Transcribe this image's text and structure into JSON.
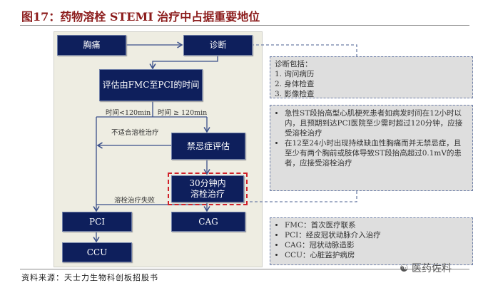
{
  "title": "图17：药物溶栓 STEMI 治疗中占据重要地位",
  "flow": {
    "chest_pain": "胸痛",
    "diagnosis": "诊断",
    "assess": "评估由FMC至PCI的时间",
    "contra": "禁忌症评估",
    "thrombolysis_l1": "30分钟内",
    "thrombolysis_l2": "溶栓治疗",
    "pci": "PCI",
    "cag": "CAG",
    "ccu": "CCU"
  },
  "labels": {
    "lt120": "时间<120min",
    "ge120": "时间 ≥ 120min",
    "not_suitable": "不适合溶栓治疗",
    "failed": "溶栓治疗失败"
  },
  "notes": {
    "diagnosis_title": "诊断包括：",
    "diagnosis_items": [
      "1. 询问病历",
      "2. 身体检查",
      "3. 影像检查"
    ],
    "criteria": [
      "急性ST段抬高型心肌梗死患者如病发时间在12小时以内，且预期到达PCI医院至少需时超过120分钟，应接受溶栓治疗",
      "在12至24小时出现持续缺血性胸痛而并无禁忌症，且至少有两个胸前或肢体导致ST段抬高超过0.1mV的患者，应接受溶栓治疗"
    ],
    "glossary": [
      "FMC：首次医疗联系",
      "PCI：经皮冠状动脉介入治疗",
      "CAG：冠状动脉造影",
      "CCU：心脏监护病房"
    ]
  },
  "source": "资料来源：天士力生物科创板招股书",
  "watermark": "医药佐料",
  "colors": {
    "box": "#0e1f5c",
    "title": "#8c1c1c",
    "highlight": "#d0212a"
  }
}
